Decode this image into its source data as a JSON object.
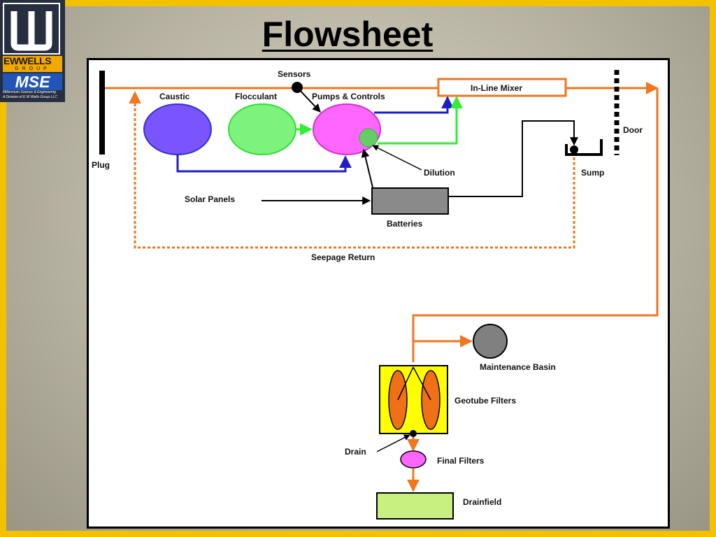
{
  "slide": {
    "title": "Flowsheet",
    "accent_color": "#f2c200"
  },
  "logo": {
    "brand": "EWWELLS",
    "group": "GROUP",
    "mse": "MSE",
    "subline1": "Millennium Science & Engineering",
    "subline2": "A Division of E W Wells Group LLC"
  },
  "diagram": {
    "labels": {
      "sensors": "Sensors",
      "caustic": "Caustic",
      "flocculant": "Flocculant",
      "pumps_controls": "Pumps & Controls",
      "inline_mixer": "In-Line Mixer",
      "plug": "Plug",
      "door": "Door",
      "sump": "Sump",
      "dilution": "Dilution",
      "solar_panels": "Solar Panels",
      "batteries": "Batteries",
      "seepage_return": "Seepage Return",
      "maintenance_basin": "Maintenance Basin",
      "geotube_filters": "Geotube Filters",
      "drain": "Drain",
      "final_filters": "Final Filters",
      "drainfield": "Drainfield"
    },
    "colors": {
      "process_flow": "#f07620",
      "chemical_feed": "#1e1ec8",
      "dilution_feed": "#33ee33",
      "power": "#000000",
      "caustic_tank": "#7a55ff",
      "flocculant_tank": "#7df27d",
      "pumps": "#ff66ff",
      "batteries": "#8a8a8a",
      "basin": "#808080",
      "geotube_box": "#ffff00",
      "geotube": "#f07018",
      "final_filter": "#ff66ff",
      "drainfield": "#c8f080"
    }
  }
}
